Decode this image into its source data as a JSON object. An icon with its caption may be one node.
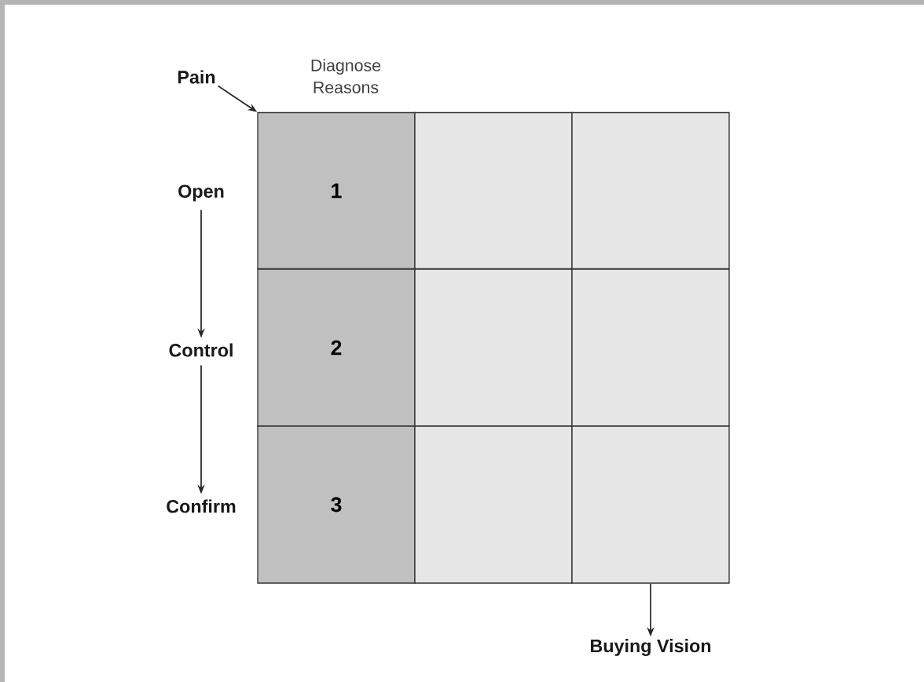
{
  "diagram": {
    "nodes": [
      {
        "text": [
          "Pain"
        ]
      },
      {
        "text": [
          "1"
        ]
      },
      {
        "text": [],
        "shape": "box"
      },
      {
        "text": [],
        "shape": "box"
      },
      {
        "text": [
          "2"
        ]
      },
      {
        "text": [],
        "shape": "box"
      },
      {
        "text": [],
        "shape": "box"
      },
      {
        "text": [
          "3"
        ]
      },
      {
        "text": [],
        "shape": "box"
      },
      {
        "text": [],
        "shape": "box"
      },
      {
        "text": [
          "Open"
        ]
      },
      {
        "text": [
          "Control"
        ]
      },
      {
        "text": [
          "Confirm"
        ]
      },
      {
        "text": [
          "Buying Vision"
        ]
      }
    ],
    "edges": [
      {
        "from": 0,
        "to": 1,
        "arrow": "to"
      },
      {
        "from": 10,
        "to": 11,
        "arrow": "to"
      },
      {
        "from": 11,
        "to": 12,
        "arrow": "to"
      },
      {
        "from": 9,
        "to": 13,
        "arrow": "to"
      }
    ],
    "labels": [
      "Diagnose Reasons"
    ]
  }
}
